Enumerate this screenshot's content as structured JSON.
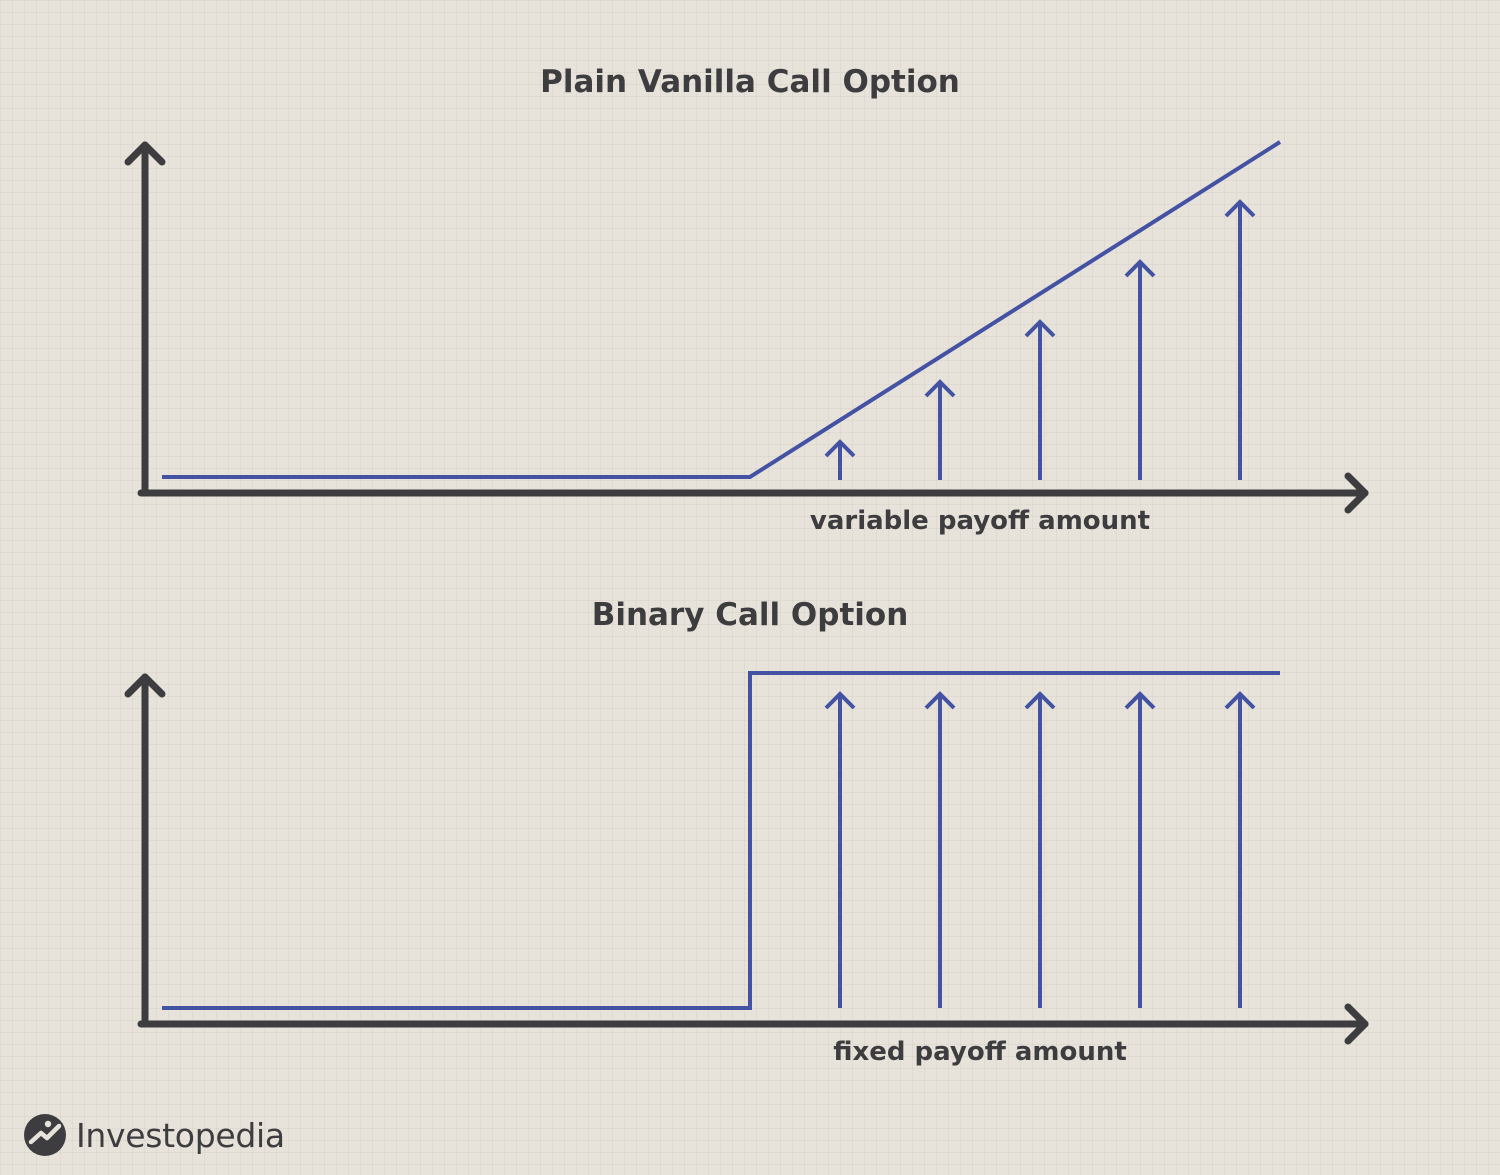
{
  "colors": {
    "background": "#e8e3da",
    "axis": "#3d3d40",
    "payoff_line": "#4352a3",
    "text": "#3d3d40"
  },
  "panels": [
    {
      "title": "Plain Vanilla Call Option",
      "label": "variable payoff amount",
      "payoff_type": "variable",
      "payoff_arrow_count": 5
    },
    {
      "title": "Binary Call Option",
      "label": "fixed payoff amount",
      "payoff_type": "fixed",
      "payoff_arrow_count": 5
    }
  ],
  "brand": {
    "name": "Investopedia",
    "logo_icon": "investopedia-logo-icon"
  }
}
